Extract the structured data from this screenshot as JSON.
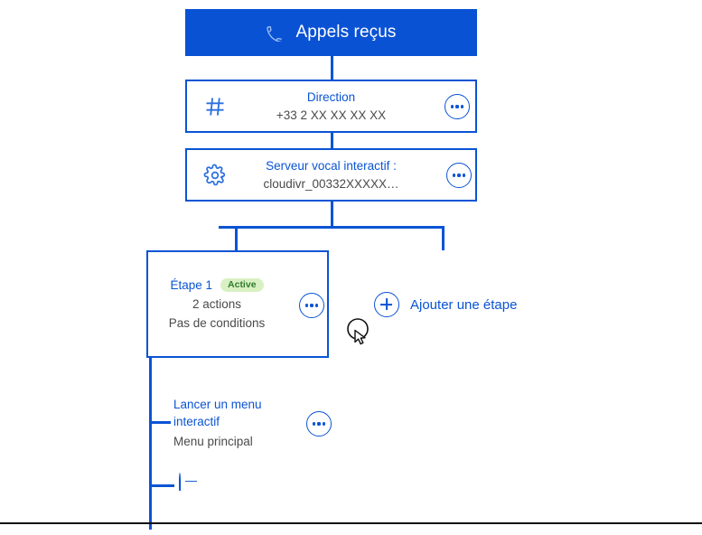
{
  "header": {
    "title": "Appels reçus",
    "icon": "phone-icon",
    "background": "#0a52d4",
    "text_color": "#ffffff"
  },
  "theme": {
    "accent": "#0a54d4",
    "muted_text": "#4a4a4a",
    "badge_bg": "#d9f0c2",
    "badge_text": "#2f7d2f"
  },
  "nodes": [
    {
      "id": "direction",
      "icon": "hash-keypad-icon",
      "title": "Direction",
      "subtitle": "+33 2 XX XX XX XX",
      "menu_label": "..."
    },
    {
      "id": "ivr",
      "icon": "gear-icon",
      "title": "Serveur vocal interactif :",
      "subtitle": "cloudivr_00332XXXXX…",
      "menu_label": "..."
    }
  ],
  "step": {
    "title": "Étape 1",
    "badge": "Active",
    "actions_count": "2 actions",
    "conditions": "Pas de conditions",
    "menu_label": "..."
  },
  "add_step": {
    "label": "Ajouter une étape",
    "icon": "plus-circle-icon"
  },
  "action": {
    "title": "Lancer un menu interactif",
    "subtitle": "Menu principal",
    "menu_label": "..."
  },
  "add_action": {
    "icon": "plus-circle-icon"
  },
  "bottom": {
    "caption": ""
  }
}
